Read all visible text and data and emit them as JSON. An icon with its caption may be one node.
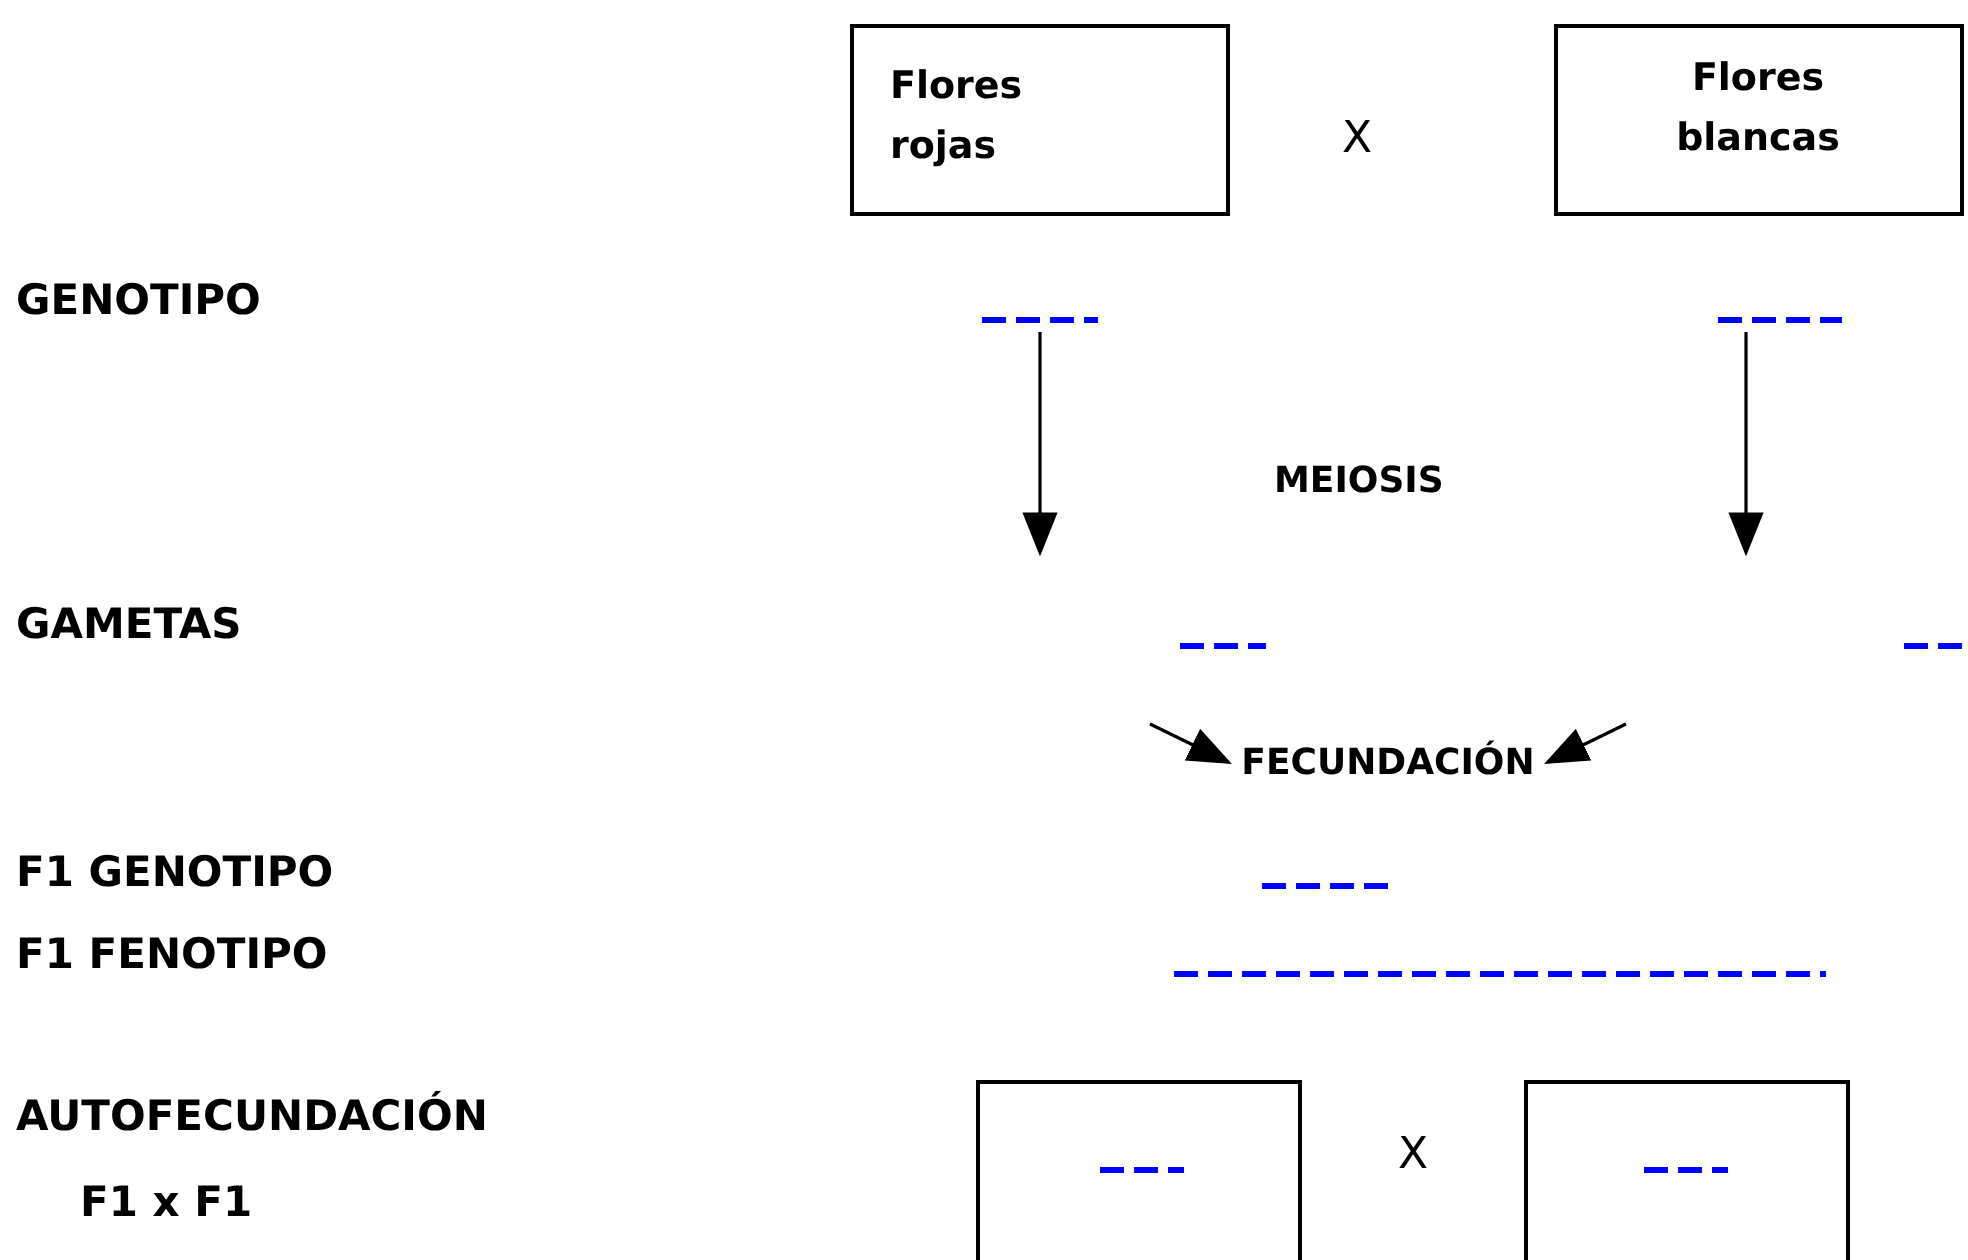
{
  "diagram": {
    "nodes": [
      {
        "text": [
          "Flores rojas"
        ]
      },
      {
        "text": [
          "Flores blancas"
        ]
      },
      {
        "text": [],
        "shape": "bar"
      },
      {
        "text": [],
        "shape": "bar"
      },
      {
        "text": [
          "FECUNDACIÓN"
        ]
      },
      {
        "text": [],
        "shape": "box"
      },
      {
        "text": [],
        "shape": "box"
      }
    ],
    "edges": [
      {
        "from": 2,
        "to": null,
        "arrow": "to"
      },
      {
        "from": 3,
        "to": null,
        "arrow": "to"
      },
      {
        "from": null,
        "to": 4,
        "arrow": "to"
      },
      {
        "from": null,
        "to": 4,
        "arrow": "to"
      }
    ],
    "labels": [
      "X",
      "GENOTIPO",
      "MEIOSIS",
      "GAMETAS",
      "F1 GENOTIPO",
      "F1 FENOTIPO",
      "AUTOFECUNDACIÓN",
      "X",
      "F1 x F1"
    ]
  }
}
